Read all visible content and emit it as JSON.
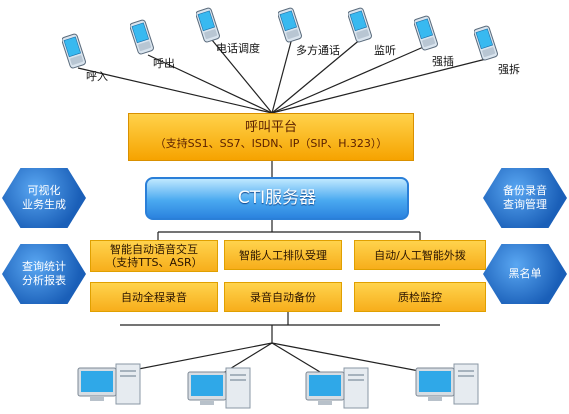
{
  "phones": [
    {
      "label": "呼入",
      "icon": "phone-icon"
    },
    {
      "label": "呼出",
      "icon": "phone-icon"
    },
    {
      "label": "电话调度",
      "icon": "phone-icon"
    },
    {
      "label": "多方通话",
      "icon": "phone-icon"
    },
    {
      "label": "监听",
      "icon": "phone-icon"
    },
    {
      "label": "强插",
      "icon": "phone-icon"
    },
    {
      "label": "强拆",
      "icon": "phone-icon"
    }
  ],
  "platform": {
    "title": "呼叫平台",
    "subtitle": "（支持SS1、SS7、ISDN、IP（SIP、H.323））"
  },
  "cti": "CTI服务器",
  "functions": {
    "ivr_line1": "智能自动语音交互",
    "ivr_line2": "（支持TTS、ASR）",
    "queue": "智能人工排队受理",
    "outbound": "自动/人工智能外拨",
    "record": "自动全程录音",
    "backup": "录音自动备份",
    "qc": "质检监控"
  },
  "side": {
    "left_top": [
      "可视化",
      "业务生成"
    ],
    "left_bottom": [
      "查询统计",
      "分析报表"
    ],
    "right_top": [
      "备份录音",
      "查询管理"
    ],
    "right_bottom": [
      "黑名单"
    ]
  },
  "terminals": [
    {
      "icon": "computer-icon"
    },
    {
      "icon": "computer-icon"
    },
    {
      "icon": "computer-icon"
    },
    {
      "icon": "computer-icon"
    }
  ],
  "colors": {
    "platform": "#f6a300",
    "cti": "#2b83df",
    "box": "#f7ae1b",
    "hex": "#1a5fb8"
  }
}
